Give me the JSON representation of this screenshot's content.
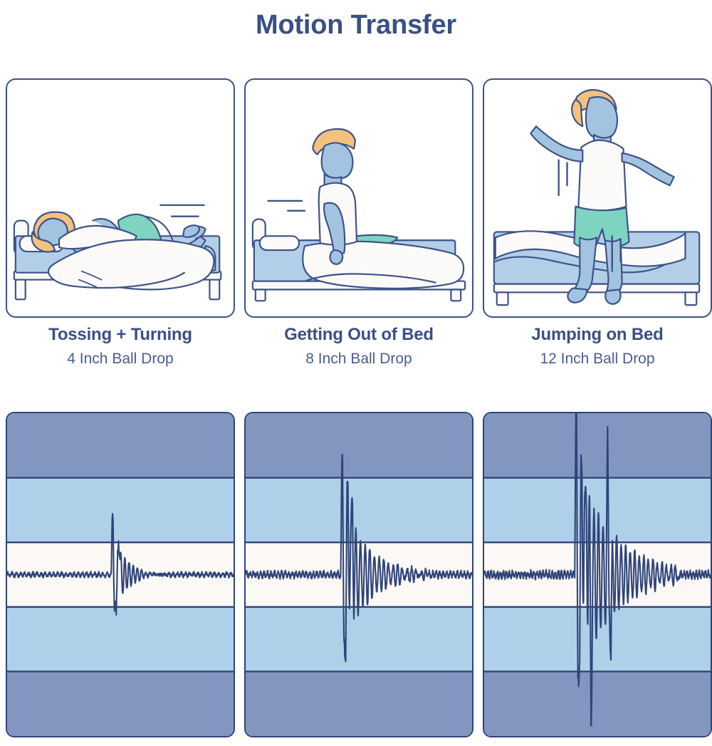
{
  "header": {
    "title": "Motion Transfer"
  },
  "colors": {
    "navy": "#3a4f86",
    "outline": "#3d5288",
    "outline_dark": "#2f4478",
    "band_dark": "#8296c0",
    "band_light": "#aed0e8",
    "band_center": "#fbf8f5",
    "skin": "#a3c4e0",
    "hair": "#f5c27d",
    "shirt": "#fcfaf8",
    "shorts": "#7ed4c0",
    "mattress": "#b3cfe8",
    "blanket": "#fcfaf8",
    "frame": "#fcfaf8"
  },
  "panels": [
    {
      "id": "tossing-turning",
      "illustration": "person-lying-in-bed-tossing-turning",
      "caption_title": "Tossing + Turning",
      "caption_sub": "4 Inch Ball Drop"
    },
    {
      "id": "getting-out-of-bed",
      "illustration": "person-sitting-on-edge-of-bed",
      "caption_title": "Getting Out of Bed",
      "caption_sub": "8 Inch Ball Drop"
    },
    {
      "id": "jumping-on-bed",
      "illustration": "person-jumping-above-bed",
      "caption_title": "Jumping on Bed",
      "caption_sub": "12 Inch Ball Drop"
    }
  ],
  "chart_data": {
    "type": "line",
    "title": "Motion Transfer",
    "description": "Three seismograph traces showing mattress motion transfer amplitude for increasing ball drop heights.",
    "xlabel": "",
    "ylabel": "",
    "grid": true,
    "legend_position": "none",
    "bands": [
      {
        "index": 0,
        "color": "#8296c0",
        "label": "outer-band-top"
      },
      {
        "index": 1,
        "color": "#aed0e8",
        "label": "mid-band-top"
      },
      {
        "index": 2,
        "color": "#fbf8f5",
        "label": "center-band"
      },
      {
        "index": 3,
        "color": "#aed0e8",
        "label": "mid-band-bottom"
      },
      {
        "index": 4,
        "color": "#8296c0",
        "label": "outer-band-bottom"
      }
    ],
    "ylim": [
      -2.5,
      2.5
    ],
    "series": [
      {
        "name": "Tossing + Turning",
        "drop_height_inches": 4,
        "peak_amplitude": 0.95,
        "trough_amplitude": -1.15,
        "baseline_noise": 0.05,
        "event_start_x": 0.46,
        "decay_end_x": 0.72,
        "trace_color": "#2f4478"
      },
      {
        "name": "Getting Out of Bed",
        "drop_height_inches": 8,
        "peak_amplitude": 1.7,
        "trough_amplitude": -1.85,
        "baseline_noise": 0.07,
        "event_start_x": 0.42,
        "decay_end_x": 0.8,
        "trace_color": "#2f4478"
      },
      {
        "name": "Jumping on Bed",
        "drop_height_inches": 12,
        "peak_amplitude": 2.45,
        "trough_amplitude": -2.4,
        "baseline_noise": 0.08,
        "event_start_x": 0.4,
        "decay_end_x": 0.86,
        "trace_color": "#2f4478"
      }
    ]
  }
}
